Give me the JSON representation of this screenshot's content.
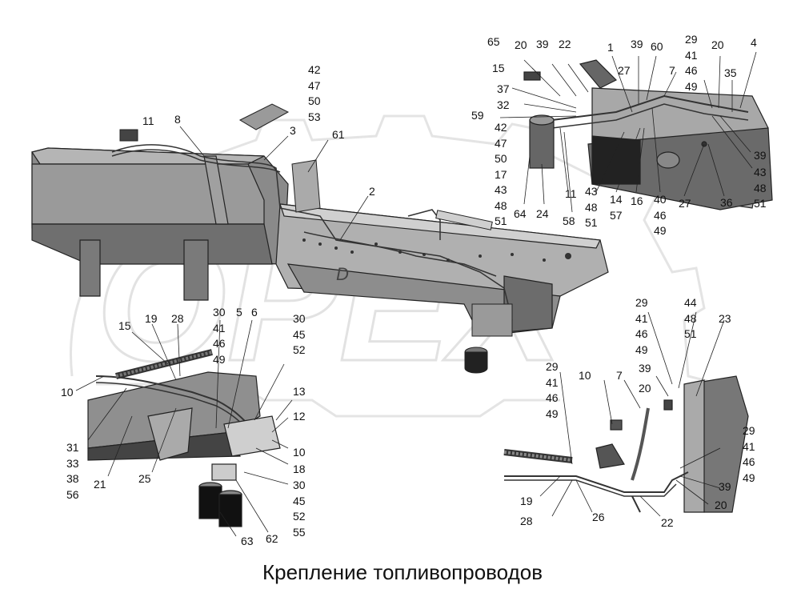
{
  "title": "Крепление топливопроводов",
  "watermark": "OPEX",
  "callouts": {
    "c11a": "11",
    "c8": "8",
    "c3": "3",
    "c61": "61",
    "c2": "2",
    "s42_53": [
      "42",
      "47",
      "50",
      "53"
    ],
    "c65": "65",
    "c20a": "20",
    "c39a": "39",
    "c22a": "22",
    "c1": "1",
    "c39b": "39",
    "c60": "60",
    "s29_49a": [
      "29",
      "41",
      "46",
      "49"
    ],
    "c20b": "20",
    "c4": "4",
    "c7a": "7",
    "c35": "35",
    "c27a": "27",
    "c15a": "15",
    "c37": "37",
    "c32": "32",
    "c59": "59",
    "s42_51": [
      "42",
      "47",
      "50",
      "17",
      "43",
      "48",
      "51"
    ],
    "c64": "64",
    "c24": "24",
    "c58": "58",
    "c11b": "11",
    "s43_51a": [
      "43",
      "48",
      "51"
    ],
    "s14_57": [
      "14",
      "57"
    ],
    "c16": "16",
    "s40_49": [
      "40",
      "46",
      "49"
    ],
    "c27b": "27",
    "c36": "36",
    "c39c": "39",
    "s43_51b": [
      "43",
      "48",
      "51"
    ],
    "c15b": "15",
    "c19a": "19",
    "c28a": "28",
    "s30_49": [
      "30",
      "41",
      "46",
      "49"
    ],
    "c5": "5",
    "c6": "6",
    "s30_52a": [
      "30",
      "45",
      "52"
    ],
    "c10a": "10",
    "s31_56": [
      "31",
      "33",
      "38",
      "56"
    ],
    "c21": "21",
    "c25": "25",
    "c13": "13",
    "c12": "12",
    "c10b": "10",
    "c18": "18",
    "s30_55": [
      "30",
      "45",
      "52",
      "55"
    ],
    "c63": "63",
    "c62": "62",
    "s29_49b": [
      "29",
      "41",
      "46",
      "49"
    ],
    "s44_51": [
      "44",
      "48",
      "51"
    ],
    "c23": "23",
    "s29_49c": [
      "29",
      "41",
      "46",
      "49"
    ],
    "c10c": "10",
    "c7b": "7",
    "c39d": "39",
    "c20c": "20",
    "s29_49d": [
      "29",
      "41",
      "46",
      "49"
    ],
    "c39e": "39",
    "c20d": "20",
    "c19b": "19",
    "c28b": "28",
    "c26": "26",
    "c22b": "22"
  }
}
